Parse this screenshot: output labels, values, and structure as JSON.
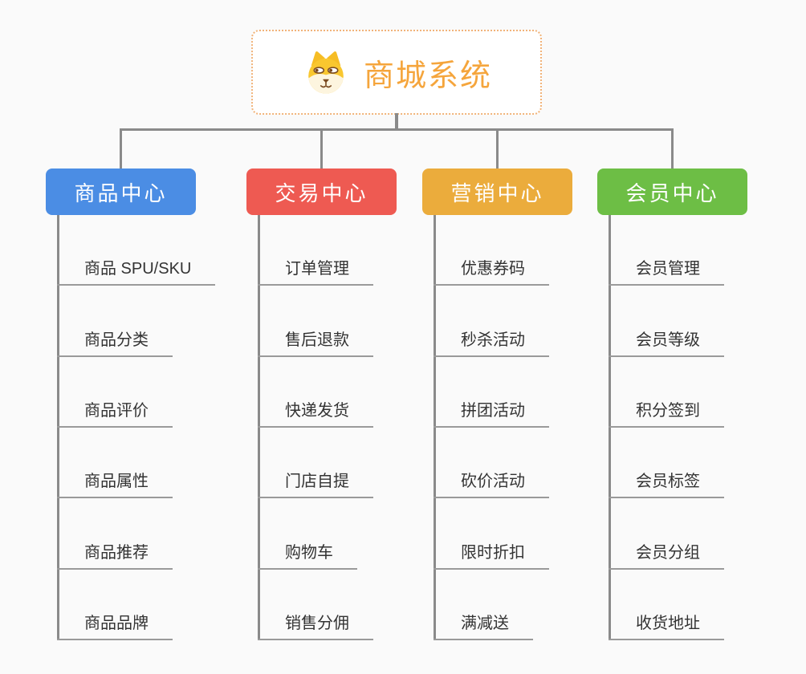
{
  "root": {
    "title": "商城系统",
    "icon": "dog-icon"
  },
  "branches": [
    {
      "label": "商品中心",
      "color": "#4b8de4",
      "children": [
        "商品 SPU/SKU",
        "商品分类",
        "商品评价",
        "商品属性",
        "商品推荐",
        "商品品牌"
      ]
    },
    {
      "label": "交易中心",
      "color": "#ee5a52",
      "children": [
        "订单管理",
        "售后退款",
        "快递发货",
        "门店自提",
        "购物车",
        "销售分佣"
      ]
    },
    {
      "label": "营销中心",
      "color": "#ebac3c",
      "children": [
        "优惠券码",
        "秒杀活动",
        "拼团活动",
        "砍价活动",
        "限时折扣",
        "满减送"
      ]
    },
    {
      "label": "会员中心",
      "color": "#6dbe45",
      "children": [
        "会员管理",
        "会员等级",
        "积分签到",
        "会员标签",
        "会员分组",
        "收货地址"
      ]
    }
  ],
  "theme": {
    "background": "#fafafa",
    "root_title_color": "#f5a53c",
    "root_border_color": "#f1b379",
    "connector_color": "#8a8a8a",
    "leaf_line_color": "#9a9a9a",
    "leaf_text_color": "#333333"
  }
}
